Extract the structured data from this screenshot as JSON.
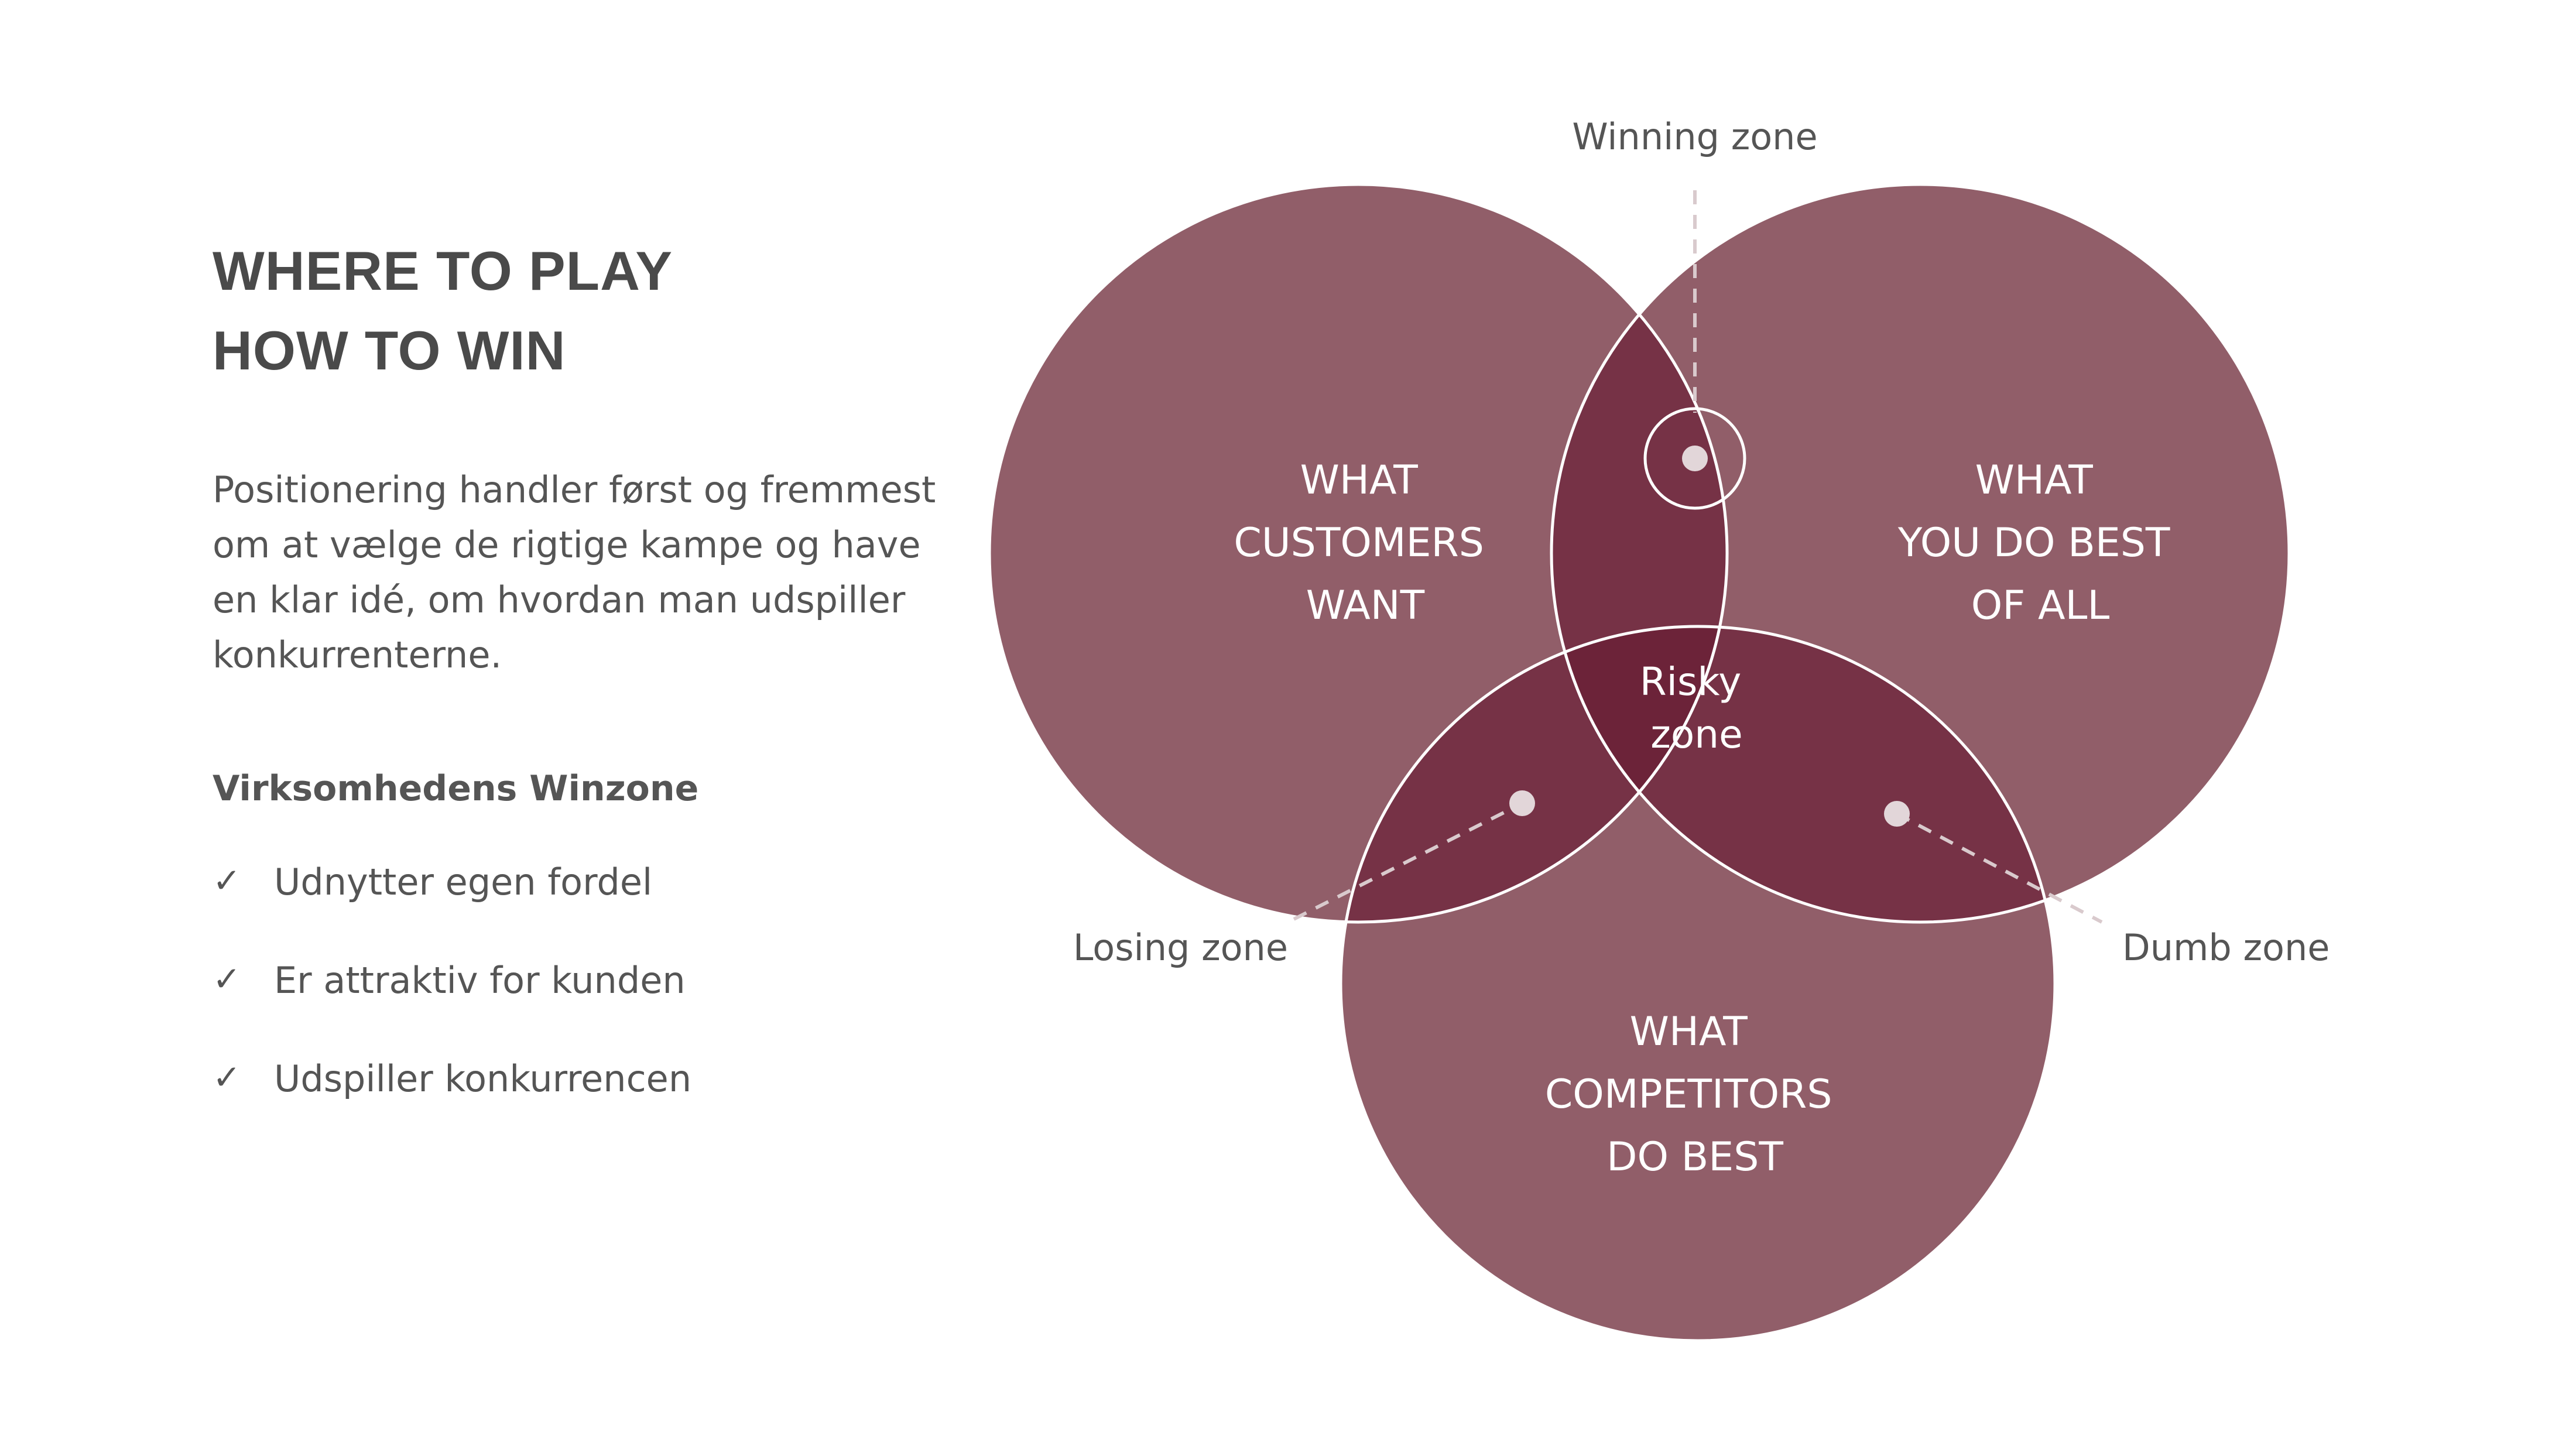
{
  "left_panel": {
    "title_lines": [
      "WHERE TO PLAY",
      "HOW TO WIN"
    ],
    "intro": "Positionering handler først og fremmest om at vælge de rigtige kampe og have en klar idé, om hvordan man udspiller konkurrenterne.",
    "winzone_heading": "Virksomhedens Winzone",
    "checklist": [
      {
        "check": "✓",
        "label": "Udnytter egen fordel"
      },
      {
        "check": "✓",
        "label": "Er attraktiv for kunden"
      },
      {
        "check": "✓",
        "label": "Udspiller konkurrencen"
      }
    ]
  },
  "venn": {
    "circle_customers": [
      "WHAT",
      "CUSTOMERS",
      "WANT"
    ],
    "circle_you": [
      "WHAT",
      "YOU DO BEST",
      "OF ALL"
    ],
    "circle_competitors": [
      "WHAT",
      "COMPETITORS",
      "DO BEST"
    ],
    "center_label": [
      "Risky",
      "zone"
    ],
    "zone_winning": "Winning zone",
    "zone_losing": "Losing zone",
    "zone_dumb": "Dumb zone"
  },
  "colors": {
    "circle_fill": "#915e69",
    "overlap_fill": "#763246",
    "center_fill": "#6c2339",
    "outline": "#ffffff",
    "dot": "#e2d6d9",
    "leader": "#d9cacd",
    "text_dark": "#555555"
  }
}
